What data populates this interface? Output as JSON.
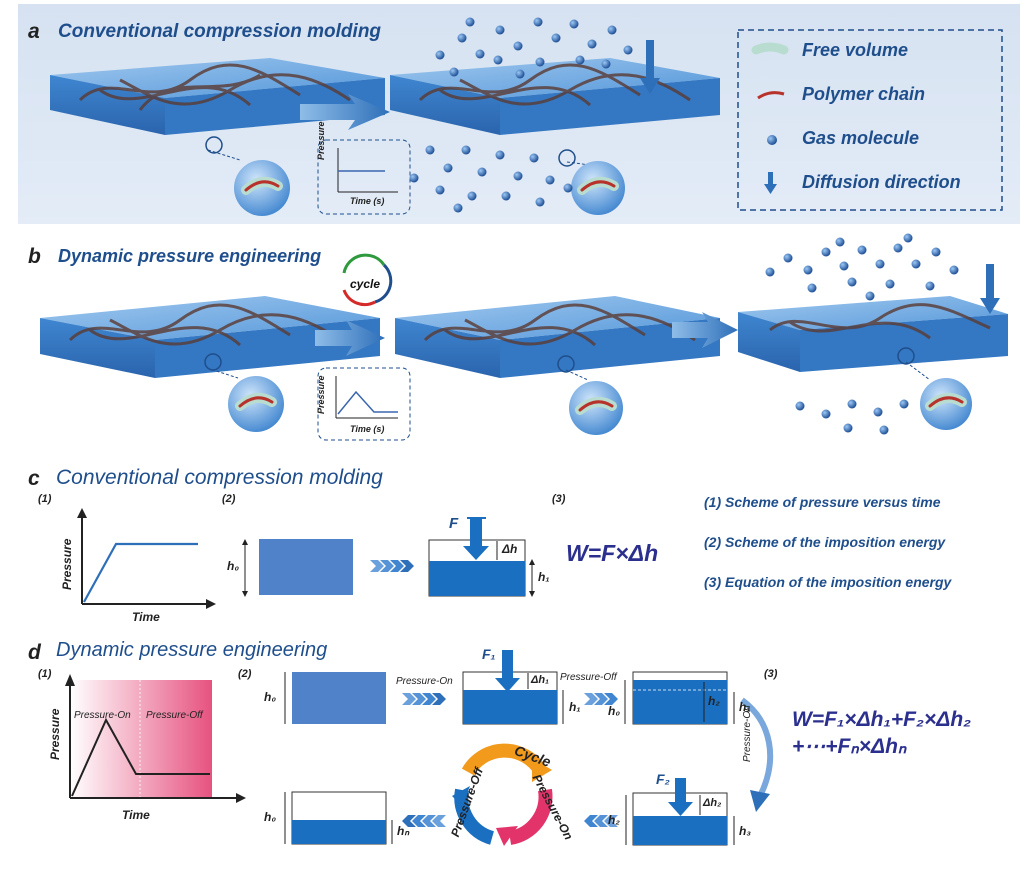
{
  "panel_a": {
    "letter": "a",
    "title": "Conventional compression molding",
    "inset_axis_y": "Pressure",
    "inset_axis_x": "Time (s)",
    "legend": [
      {
        "label": "Free volume",
        "icon": "free-volume-icon"
      },
      {
        "label": "Polymer chain",
        "icon": "polymer-chain-icon"
      },
      {
        "label": "Gas molecule",
        "icon": "gas-molecule-icon"
      },
      {
        "label": "Diffusion direction",
        "icon": "diffusion-arrow-icon"
      }
    ]
  },
  "panel_b": {
    "letter": "b",
    "title": "Dynamic pressure engineering",
    "cycle_label": "cycle",
    "inset_axis_y": "Pressure",
    "inset_axis_x": "Time (s)"
  },
  "panel_c": {
    "letter": "c",
    "title": "Conventional compression molding",
    "sub1": "(1)",
    "sub2": "(2)",
    "sub3": "(3)",
    "axis_y": "Pressure",
    "axis_x": "Time",
    "h0": "h₀",
    "h1": "h₁",
    "force": "F",
    "dh": "Δh",
    "equation": "W=F×Δh",
    "notes": [
      "(1) Scheme of pressure versus time",
      "(2) Scheme of the imposition energy",
      "(3) Equation of the imposition energy"
    ]
  },
  "panel_d": {
    "letter": "d",
    "title": "Dynamic pressure engineering",
    "sub1": "(1)",
    "sub2": "(2)",
    "sub3": "(3)",
    "axis_y": "Pressure",
    "axis_x": "Time",
    "pressure_on": "Pressure-On",
    "pressure_off": "Pressure-Off",
    "h0": "h₀",
    "h1": "h₁",
    "h2": "h₂",
    "h3": "h₃",
    "hn": "hₙ",
    "f1": "F₁",
    "f2": "F₂",
    "dh1": "Δh₁",
    "dh2": "Δh₂",
    "cycle_word": "Cycle",
    "equation_line1": "W=F₁×Δh₁+F₂×Δh₂",
    "equation_line2": "+⋯+Fₙ×Δhₙ"
  },
  "colors": {
    "title_blue": "#1f4e8c",
    "equation_navy": "#2b2f8e",
    "film_blue": "#1a6fc0",
    "block_blue": "#4f82c9",
    "pressure_pink": "#e2346a",
    "cycle_orange": "#f29a1c"
  }
}
